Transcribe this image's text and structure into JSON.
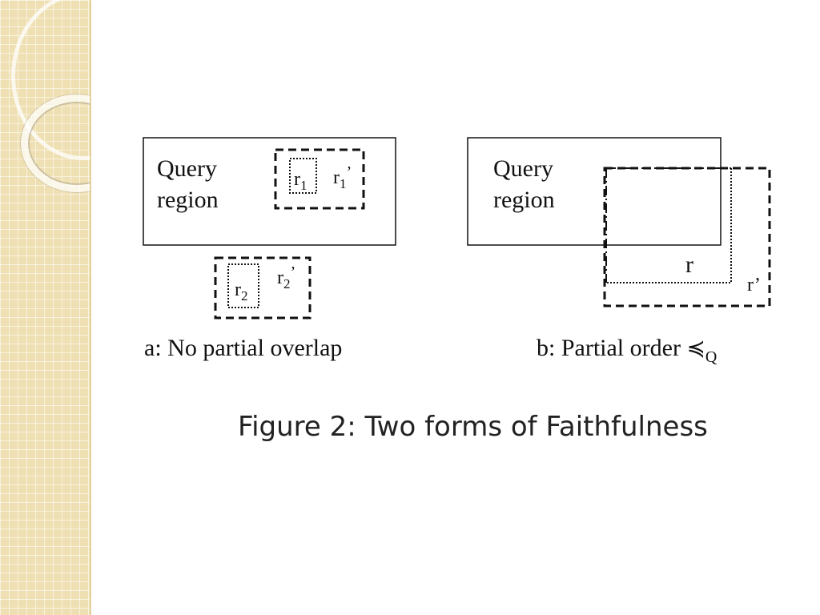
{
  "panel_a": {
    "query_line1": "Query",
    "query_line2": "region",
    "r1": "r",
    "r1_sub": "1",
    "r1p": "r",
    "r1p_sub": "1",
    "r1p_prime": "’",
    "r2": "r",
    "r2_sub": "2",
    "r2p": "r",
    "r2p_sub": "2",
    "r2p_prime": "’",
    "caption": "a: No partial overlap"
  },
  "panel_b": {
    "query_line1": "Query",
    "query_line2": "region",
    "r": "r",
    "rp": "r’",
    "caption_text": "b: Partial order ",
    "caption_symbol": "≼",
    "caption_sub": "Q"
  },
  "figure_caption": "Figure 2: Two forms of Faithfulness"
}
